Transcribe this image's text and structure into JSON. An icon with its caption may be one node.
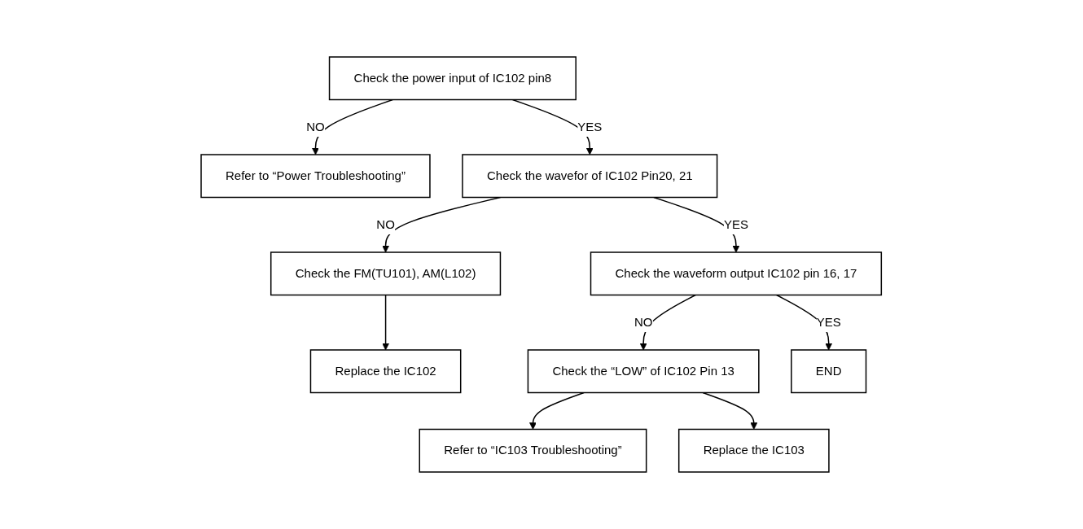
{
  "diagram": {
    "nodes": [
      {
        "text": [
          "Check the power input of IC102 pin8"
        ]
      },
      {
        "text": [
          "Refer to “Power Troubleshooting”"
        ]
      },
      {
        "text": [
          "Check the wavefor of IC102 Pin20, 21"
        ]
      },
      {
        "text": [
          "Check the FM(TU101), AM(L102)"
        ]
      },
      {
        "text": [
          "Replace the IC102"
        ]
      },
      {
        "text": [
          "Check the waveform output IC102 pin 16, 17"
        ]
      },
      {
        "text": [
          "Check the “LOW” of IC102 Pin 13"
        ]
      },
      {
        "text": [
          "Refer to “IC103 Troubleshooting”"
        ]
      },
      {
        "text": [
          "Replace the IC103"
        ]
      },
      {
        "text": [
          "END"
        ]
      }
    ],
    "edges": [
      {
        "from": 0,
        "to": 1,
        "arrow": "to",
        "label": "NO"
      },
      {
        "from": 0,
        "to": 2,
        "arrow": "to",
        "label": "YES"
      },
      {
        "from": 2,
        "to": 3,
        "arrow": "to",
        "label": "NO"
      },
      {
        "from": 3,
        "to": 4,
        "arrow": "to"
      },
      {
        "from": 2,
        "to": 5,
        "arrow": "to",
        "label": "YES"
      },
      {
        "from": 5,
        "to": 6,
        "arrow": "to",
        "label": "NO"
      },
      {
        "from": 6,
        "to": 7,
        "arrow": "to"
      },
      {
        "from": 6,
        "to": 8,
        "arrow": "to"
      },
      {
        "from": 5,
        "to": 9,
        "arrow": "to",
        "label": "YES"
      }
    ]
  }
}
